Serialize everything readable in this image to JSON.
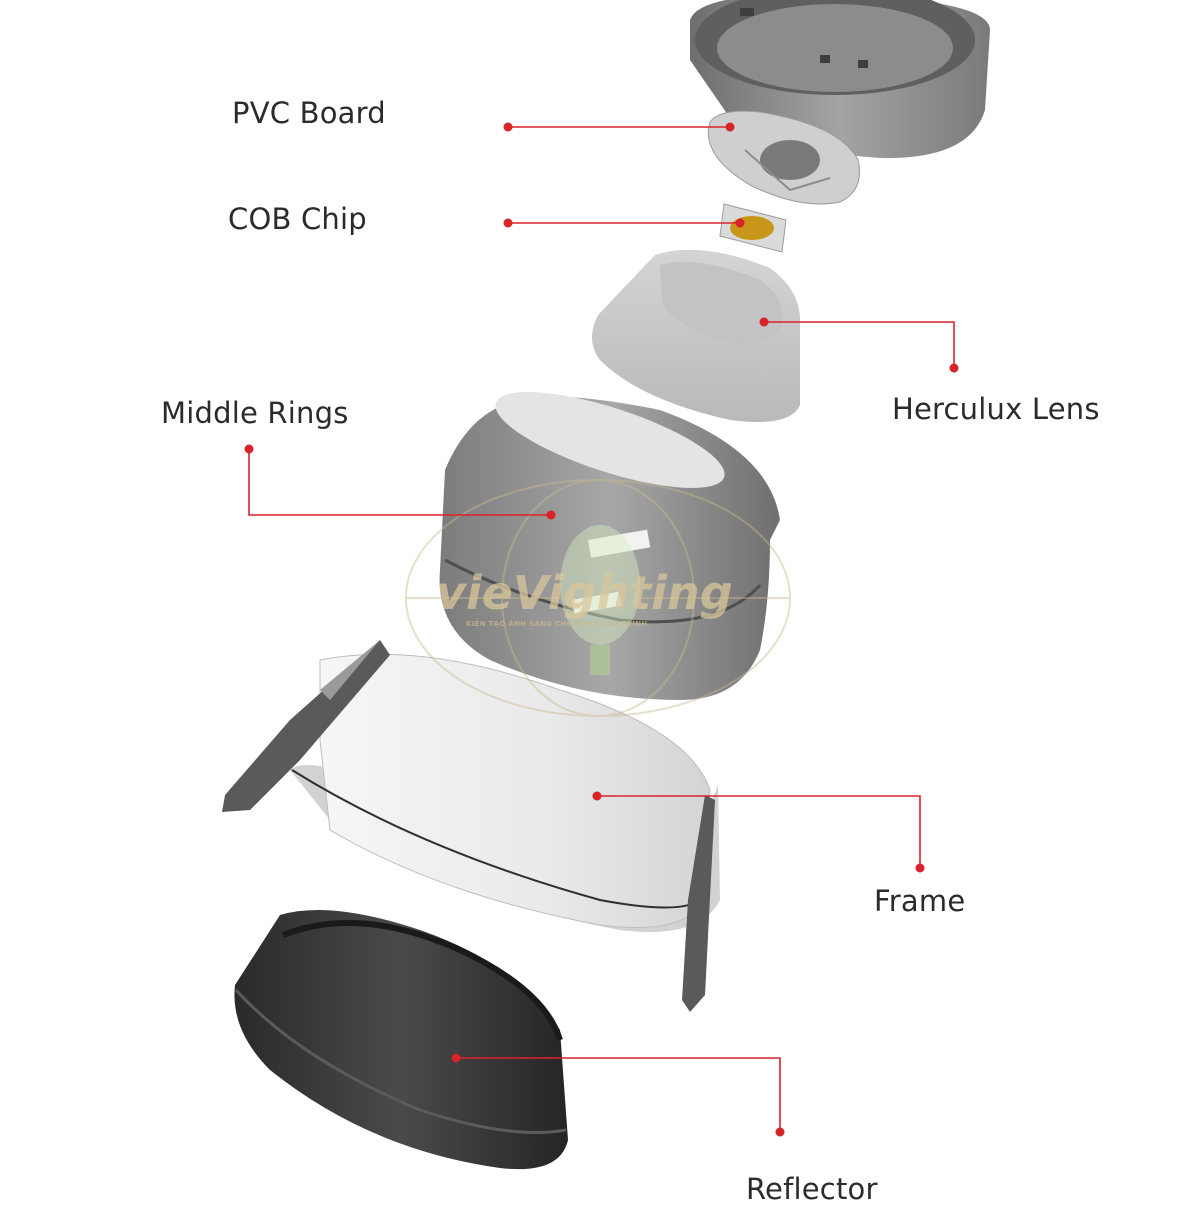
{
  "labels": {
    "pvc_board": "PVC Board",
    "cob_chip": "COB Chip",
    "middle_rings": "Middle Rings",
    "herculux_lens": "Herculux Lens",
    "frame": "Frame",
    "reflector": "Reflector"
  },
  "watermark": {
    "brand": "vieVighting",
    "tagline": "KIẾN TẠO ÁNH SÁNG CHO MỌI CÔNG TRÌNH"
  },
  "colors": {
    "leader_line": "#d9232a",
    "label_text": "#2b2b2b"
  }
}
